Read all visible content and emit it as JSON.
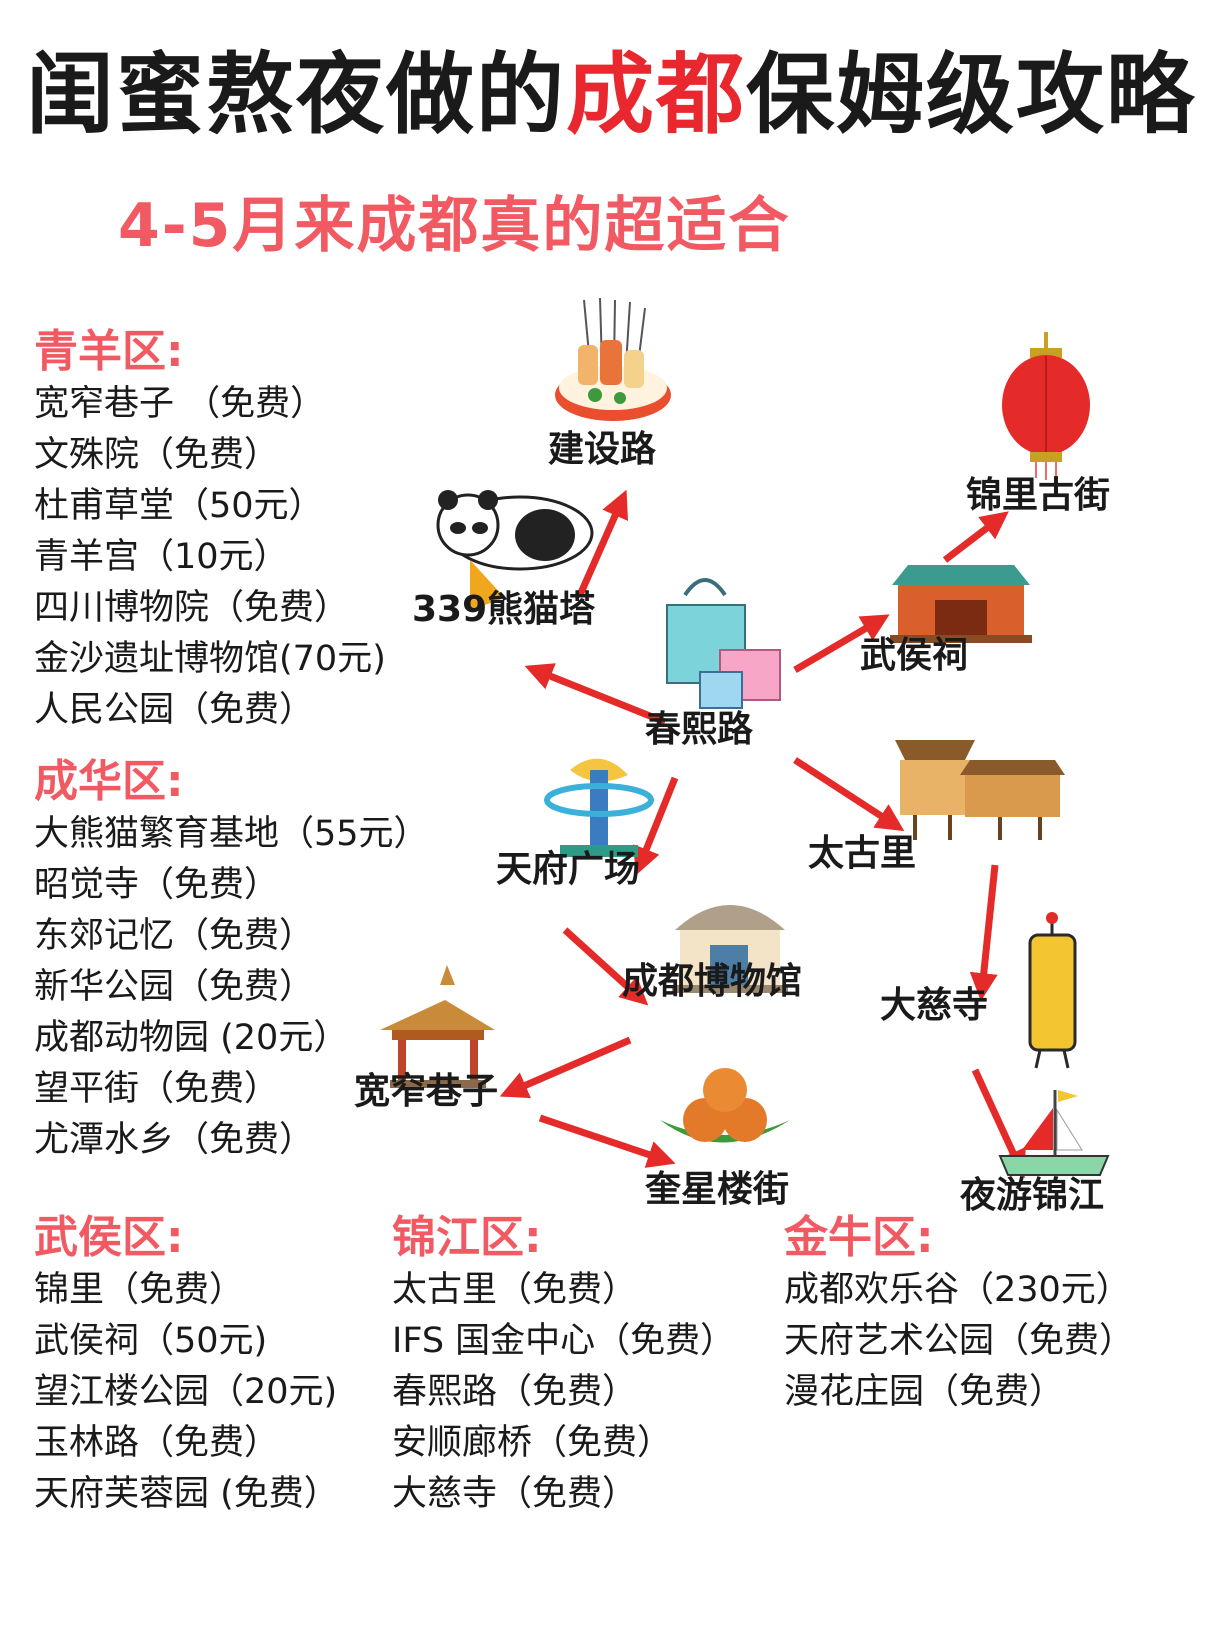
{
  "title": {
    "before": "闺蜜熬夜做的",
    "highlight": "成都",
    "after": "保姆级攻略"
  },
  "subtitle": "4-5月来成都真的超适合",
  "districts": {
    "qingyang": {
      "name": "青羊区:",
      "items": [
        "宽窄巷子 （免费）",
        "文殊院（免费）",
        "杜甫草堂（50元）",
        "青羊宫（10元）",
        "四川博物院（免费）",
        "金沙遗址博物馆(70元)",
        "人民公园（免费）"
      ]
    },
    "chenghua": {
      "name": "成华区:",
      "items": [
        "大熊猫繁育基地（55元）",
        "昭觉寺（免费）",
        "东郊记忆（免费）",
        "新华公园（免费）",
        "成都动物园 (20元）",
        "望平街（免费）",
        "尤潭水乡（免费）"
      ]
    },
    "wuhou": {
      "name": "武侯区:",
      "items": [
        "锦里（免费）",
        "武侯祠（50元)",
        "望江楼公园（20元)",
        "玉林路（免费）",
        "天府芙蓉园 (免费）"
      ]
    },
    "jinjiang": {
      "name": "锦江区:",
      "items": [
        "太古里（免费）",
        "IFS 国金中心（免费）",
        "春熙路（免费）",
        "安顺廊桥（免费）",
        "大慈寺（免费）"
      ]
    },
    "jinniu": {
      "name": "金牛区:",
      "items": [
        "成都欢乐谷（230元）",
        "天府艺术公园（免费）",
        "漫花庄园（免费）"
      ]
    }
  },
  "route": {
    "jiansheylu": "建设路",
    "jinli": "锦里古街",
    "panda_tower": "339熊猫塔",
    "wuhouci": "武侯祠",
    "chunxilu": "春熙路",
    "tianfu": "天府广场",
    "taikooli": "太古里",
    "museum": "成都博物馆",
    "daci": "大慈寺",
    "kuanzhai": "宽窄巷子",
    "kuixing": "奎星楼街",
    "jinjiang_night": "夜游锦江"
  },
  "colors": {
    "title_highlight": "#e8282e",
    "district_heading": "#f25a63",
    "arrow": "#e52a2a"
  }
}
